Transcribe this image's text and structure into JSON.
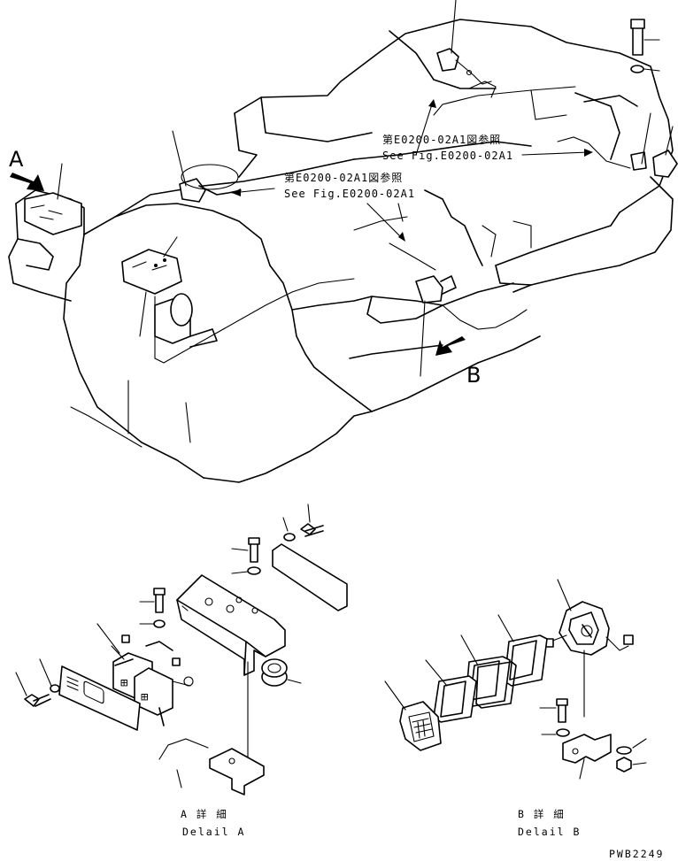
{
  "callouts": {
    "ref_upper_ja": "第E0200-02A1図参照",
    "ref_upper_en": "See Fig.E0200-02A1",
    "ref_lower_ja": "第E0200-02A1図参照",
    "ref_lower_en": "See Fig.E0200-02A1"
  },
  "view_markers": {
    "a": "A",
    "b": "B"
  },
  "details": {
    "a_ja": "A 詳 細",
    "a_en": "Delail A",
    "b_ja": "B 詳 細",
    "b_en": "Delail B"
  },
  "drawing_number": "PWB2249"
}
